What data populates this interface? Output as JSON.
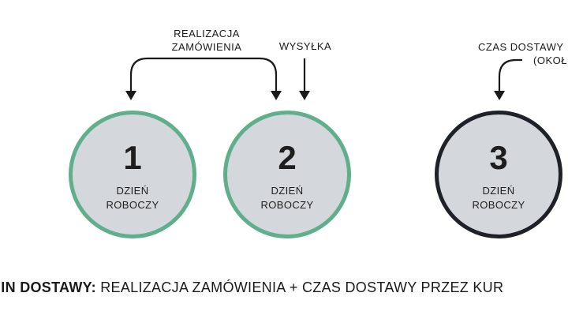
{
  "colors": {
    "green": "#5fae8c",
    "dark": "#1e2127",
    "fill": "#d4d7db",
    "text": "#1a1a1a"
  },
  "annotations": {
    "realizacja_line1": "REALIZACJA",
    "realizacja_line2": "ZAMÓWIENIA",
    "wysylka": "WYSYŁKA",
    "czas_line1": "CZAS DOSTAWY",
    "czas_line2": "(OKOŁ"
  },
  "days": [
    {
      "number": "1",
      "line1": "DZIEŃ",
      "line2": "ROBOCZY",
      "style": "green"
    },
    {
      "number": "2",
      "line1": "DZIEŃ",
      "line2": "ROBOCZY",
      "style": "green"
    },
    {
      "number": "3",
      "line1": "DZIEŃ",
      "line2": "ROBOCZY",
      "style": "dark"
    }
  ],
  "footer": {
    "bold": "MIN DOSTAWY:",
    "rest": " REALIZACJA ZAMÓWIENIA + CZAS DOSTAWY PRZEZ KUR"
  }
}
